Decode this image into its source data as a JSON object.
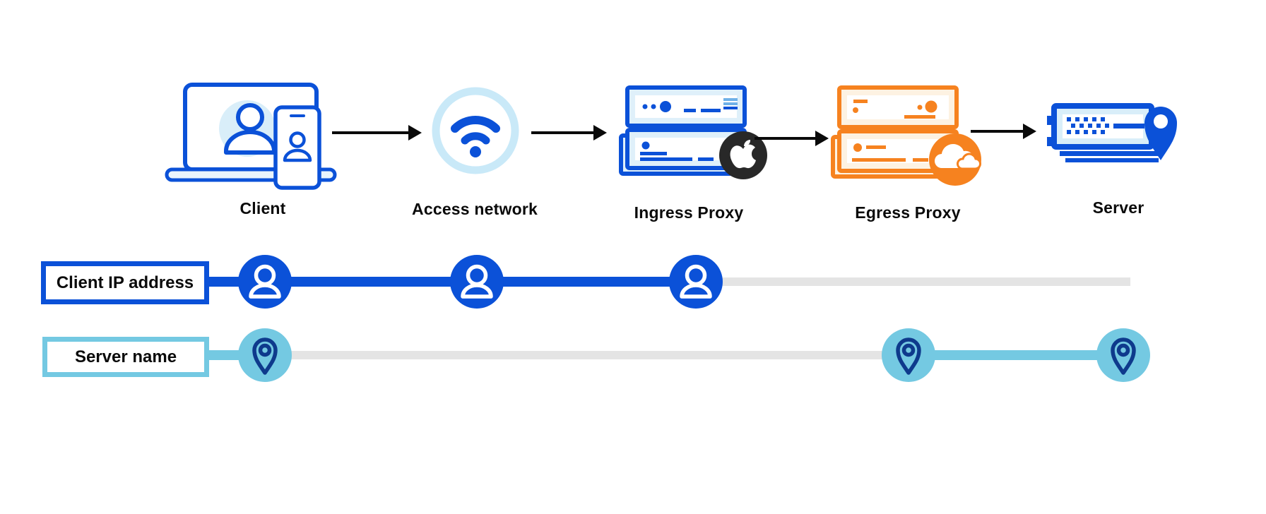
{
  "diagram": {
    "flow": {
      "nodes": [
        {
          "label": "Client",
          "icon": "client-devices-icon"
        },
        {
          "label": "Access network",
          "icon": "wifi-icon"
        },
        {
          "label": "Ingress Proxy",
          "icon": "server-stack-icon",
          "badge": "apple-logo-icon"
        },
        {
          "label": "Egress Proxy",
          "icon": "server-stack-icon",
          "badge": "cloudflare-logo-icon"
        },
        {
          "label": "Server",
          "icon": "server-location-icon"
        }
      ]
    },
    "tracks": [
      {
        "label": "Client IP address",
        "marker": "person-icon",
        "line_color": "#0B51D8",
        "visible_at": [
          "Client",
          "Access network",
          "Ingress Proxy"
        ]
      },
      {
        "label": "Server name",
        "marker": "location-pin-icon",
        "line_color": "#74C9E2",
        "visible_at": [
          "Client",
          "Egress Proxy",
          "Server"
        ]
      }
    ],
    "colors": {
      "blue": "#0B51D8",
      "light_blue": "#74C9E2",
      "pale_blue": "#D9EEF9",
      "ring_blue": "#C9E9F8",
      "orange": "#F6821F",
      "pale_orange": "#FDF2E2",
      "navy_pin": "#0E3A8C",
      "badge_black": "#282828",
      "inactive_gray": "#E4E4E4",
      "arrow_black": "#0A0A0A",
      "text": "#0A0A0A"
    }
  }
}
